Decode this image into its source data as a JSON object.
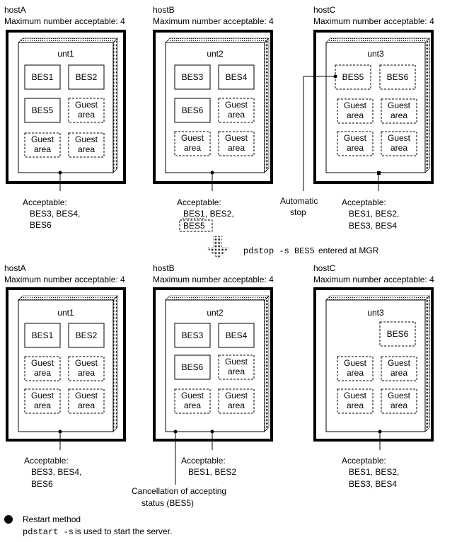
{
  "hosts": {
    "a": {
      "name": "hostA",
      "capacity": "Maximum number acceptable: 4",
      "unit": "unt1"
    },
    "b": {
      "name": "hostB",
      "capacity": "Maximum number acceptable: 4",
      "unit": "unt2"
    },
    "c": {
      "name": "hostC",
      "capacity": "Maximum number acceptable: 4",
      "unit": "unt3"
    }
  },
  "servers": {
    "bes1": "BES1",
    "bes2": "BES2",
    "bes3": "BES3",
    "bes4": "BES4",
    "bes5": "BES5",
    "bes6": "BES6",
    "guest_line1": "Guest",
    "guest_line2": "area"
  },
  "labels": {
    "acceptable": "Acceptable:",
    "top_a_line1": "BES3, BES4,",
    "top_a_line2": "BES6",
    "top_b_line1a": "BES1",
    "top_b_line1b": ", BES2,",
    "top_b_line2": "BES5",
    "top_c_line1": "BES1, BES2,",
    "top_c_line2": "BES3, BES4",
    "auto_line1": "Automatic",
    "auto_line2": "stop",
    "bot_a_line1": "BES3, BES4,",
    "bot_a_line2": "BES6",
    "bot_b_line1": "BES1, BES2",
    "bot_c_line1": "BES1, BES2,",
    "bot_c_line2": "BES3, BES4",
    "cancel_line1": "Cancellation of accepting",
    "cancel_line2": "status (BES5)"
  },
  "command": {
    "text": "pdstop -s BES5",
    "suffix": " entered at MGR"
  },
  "footer": {
    "title": "Restart method",
    "command": "pdstart -s",
    "suffix": " is used to start the server."
  }
}
